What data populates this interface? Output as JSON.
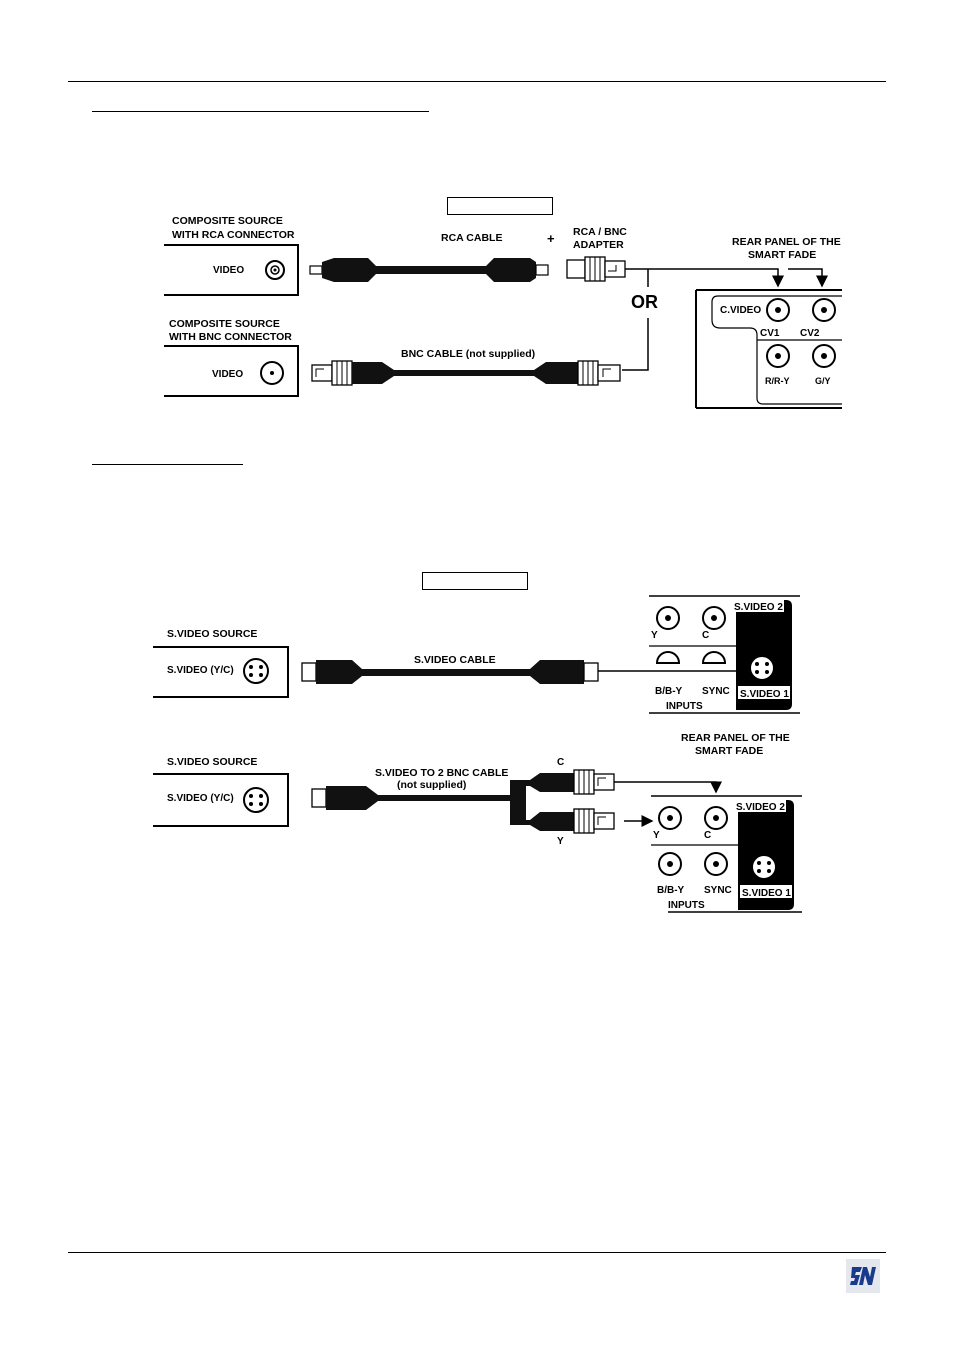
{
  "composite_diagram": {
    "source_rca_label": [
      "COMPOSITE SOURCE",
      "WITH RCA CONNECTOR"
    ],
    "source_rca_port": "VIDEO",
    "rca_cable": "RCA CABLE",
    "plus": "+",
    "adapter_label": [
      "RCA / BNC",
      "ADAPTER"
    ],
    "or_label": "OR",
    "rear_panel_label": [
      "REAR PANEL OF THE",
      "SMART FADE"
    ],
    "source_bnc_label": [
      "COMPOSITE SOURCE",
      "WITH BNC CONNECTOR"
    ],
    "source_bnc_port": "VIDEO",
    "bnc_cable": "BNC CABLE (not supplied)",
    "panel": {
      "c_video": "C.VIDEO",
      "cv1": "CV1",
      "cv2": "CV2",
      "r_ry": "R/R-Y",
      "g_y": "G/Y"
    }
  },
  "svideo_diagram": {
    "source1_label": "S.VIDEO SOURCE",
    "source1_port": "S.VIDEO (Y/C)",
    "svideo_cable": "S.VIDEO CABLE",
    "panel1": {
      "svideo2": "S.VIDEO 2",
      "y": "Y",
      "c": "C",
      "b_by": "B/B-Y",
      "sync": "SYNC",
      "svideo1": "S.VIDEO 1",
      "inputs": "INPUTS"
    },
    "rear_panel_label": [
      "REAR PANEL OF THE",
      "SMART FADE"
    ],
    "source2_label": "S.VIDEO SOURCE",
    "source2_port": "S.VIDEO (Y/C)",
    "bnc_cable": [
      "S.VIDEO TO 2 BNC CABLE",
      "(not supplied)"
    ],
    "branch_c": "C",
    "branch_y": "Y",
    "panel2": {
      "svideo2": "S.VIDEO 2",
      "y": "Y",
      "c": "C",
      "b_by": "B/B-Y",
      "sync": "SYNC",
      "svideo1": "S.VIDEO 1",
      "inputs": "INPUTS"
    }
  },
  "logo": {
    "icon": "company-logo-icon",
    "color": "#1a3a8c"
  }
}
